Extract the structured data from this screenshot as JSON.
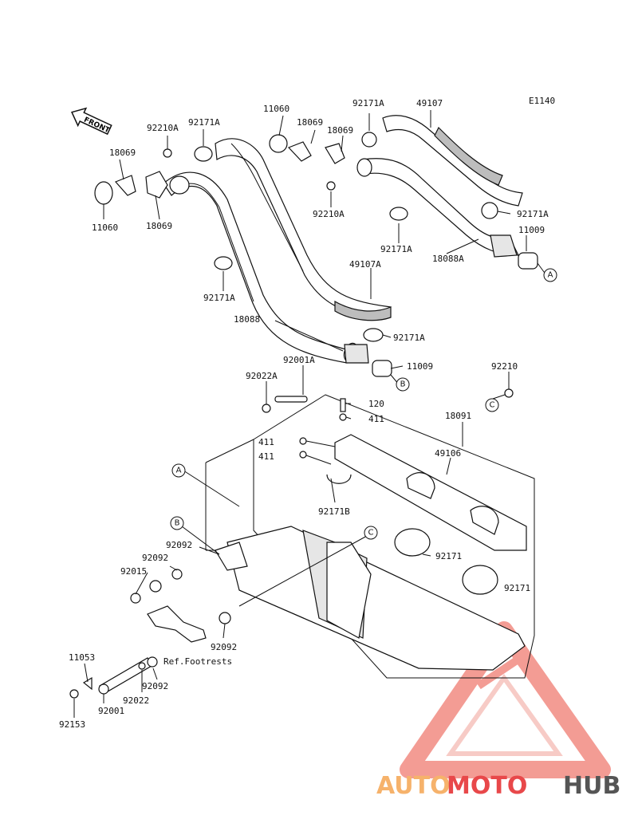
{
  "diagram_code": "E1140",
  "front_label": "FRONT",
  "ref_note": "Ref.Footrests",
  "callouts": {
    "A": "A",
    "B": "B",
    "C": "C"
  },
  "labels": {
    "l_11060_top": "11060",
    "l_18069_a": "18069",
    "l_18069_b": "18069",
    "l_92171A_t1": "92171A",
    "l_49107": "49107",
    "l_92210A_left": "92210A",
    "l_92171A_left": "92171A",
    "l_18069_left": "18069",
    "l_11060_left": "11060",
    "l_18069_left2": "18069",
    "l_92210A_mid": "92210A",
    "l_92171A_r1": "92171A",
    "l_11009_top": "11009",
    "l_92171A_mid": "92171A",
    "l_18088A": "18088A",
    "l_49107A": "49107A",
    "l_92171A_low": "92171A",
    "l_18088": "18088",
    "l_92171A_low2": "92171A",
    "l_11009_low": "11009",
    "l_92001A": "92001A",
    "l_92022A": "92022A",
    "l_92210": "92210",
    "l_120": "120",
    "l_411_a": "411",
    "l_18091": "18091",
    "l_411_b": "411",
    "l_411_c": "411",
    "l_49106": "49106",
    "l_92171B": "92171B",
    "l_92171_a": "92171",
    "l_92171_b": "92171",
    "l_92092_a": "92092",
    "l_92092_b": "92092",
    "l_92015": "92015",
    "l_92092_c": "92092",
    "l_11053": "11053",
    "l_92022": "92022",
    "l_92092_d": "92092",
    "l_92001": "92001",
    "l_92153": "92153"
  },
  "watermark": {
    "part1": "AUTO",
    "part2": "MOTO",
    "part3": "HUB",
    "color1": "#f6b26b",
    "color2": "#e8484a",
    "color3": "#555555",
    "logo_color": "#f28b82"
  }
}
